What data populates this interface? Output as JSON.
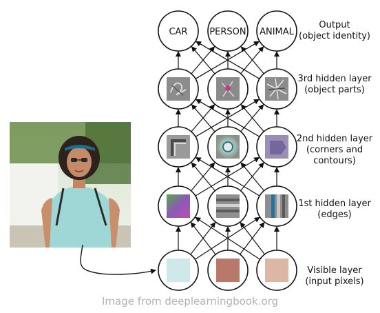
{
  "output_units": [
    {
      "label": "CAR"
    },
    {
      "label": "PERSON"
    },
    {
      "label": "ANIMAL"
    }
  ],
  "layer_labels": {
    "output": {
      "title": "Output",
      "subtitle": "(object identity)"
    },
    "hidden3": {
      "title": "3rd hidden layer",
      "subtitle": "(object parts)"
    },
    "hidden2": {
      "title": "2nd hidden layer",
      "subtitle_line1": "(corners and",
      "subtitle_line2": "contours)"
    },
    "hidden1": {
      "title": "1st hidden layer",
      "subtitle": "(edges)"
    },
    "visible": {
      "title": "Visible layer",
      "subtitle": "(input pixels)"
    }
  },
  "visible_pixel_colors": [
    "#cfe9ea",
    "#b8796a",
    "#dcb7a3"
  ],
  "credit": "Image from deeplearningbook.org"
}
